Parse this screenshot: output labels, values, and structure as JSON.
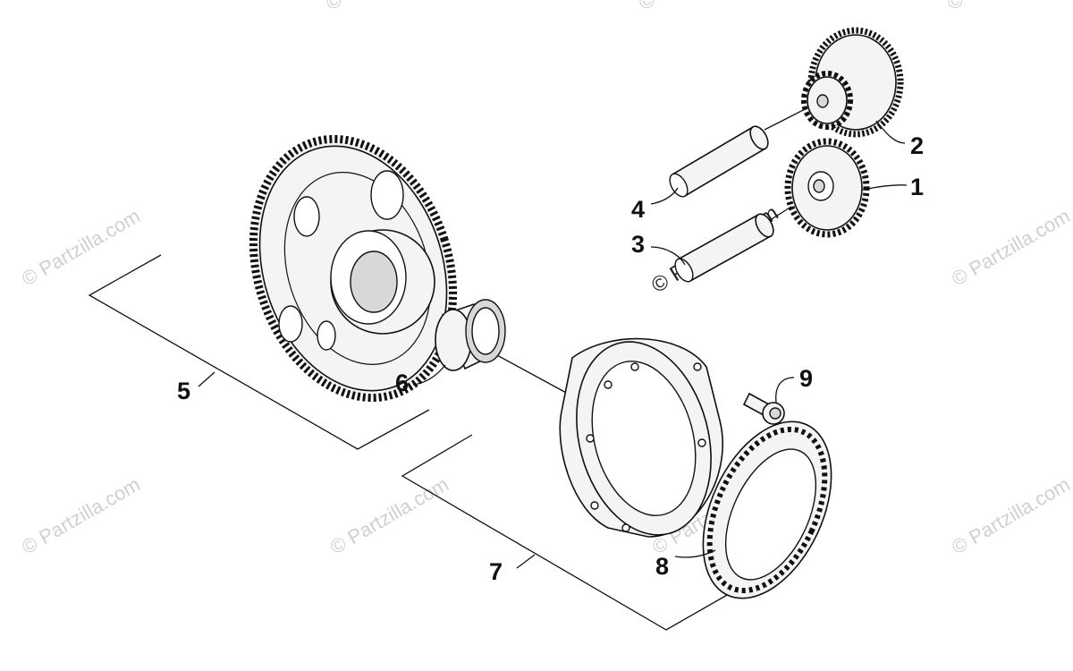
{
  "watermark": {
    "text": "© Partzilla.com"
  },
  "callouts": {
    "c1": "1",
    "c2": "2",
    "c3": "3",
    "c4": "4",
    "c5": "5",
    "c6": "6",
    "c7": "7",
    "c8": "8",
    "c9": "9"
  }
}
